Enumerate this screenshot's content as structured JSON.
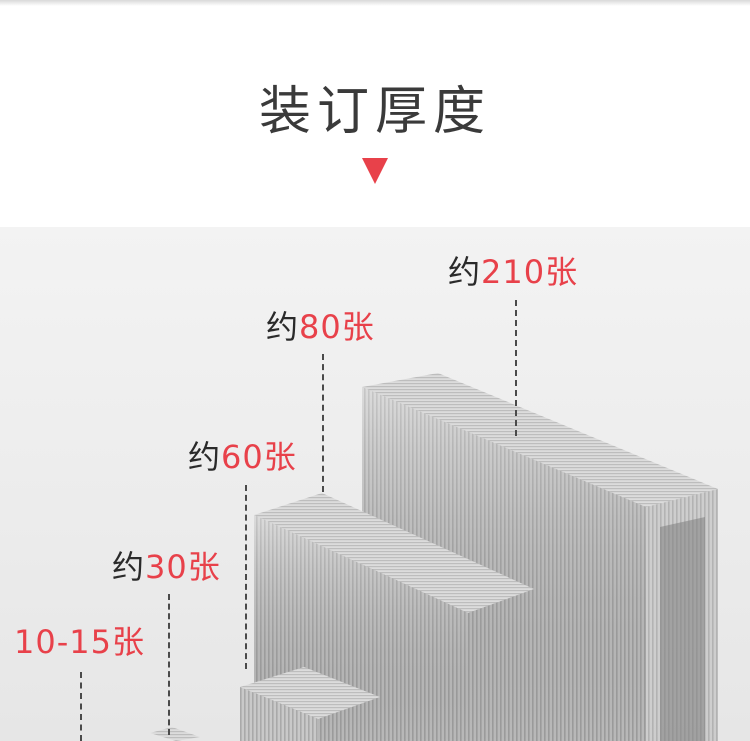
{
  "heading": {
    "title": "装订厚度",
    "arrow_color": "#e8414a"
  },
  "capacities": [
    {
      "prefix": "",
      "value": "10-15张"
    },
    {
      "prefix": "约",
      "value": "30张"
    },
    {
      "prefix": "约",
      "value": "60张"
    },
    {
      "prefix": "约",
      "value": "80张"
    },
    {
      "prefix": "约",
      "value": "210张"
    }
  ],
  "colors": {
    "accent": "#e8414a",
    "text_dark": "#2a2a2a"
  }
}
